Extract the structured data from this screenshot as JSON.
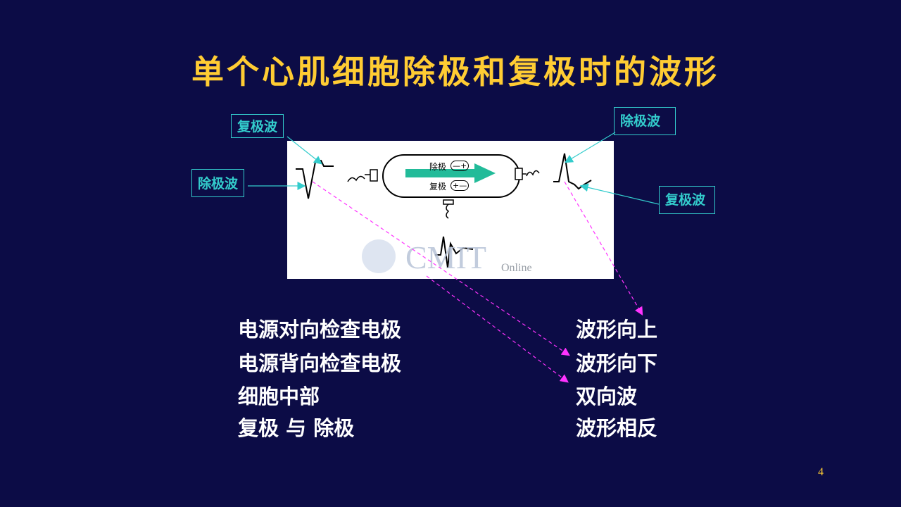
{
  "title": "单个心肌细胞除极和复极时的波形",
  "figure": {
    "cell_top_label": "除极",
    "cell_bottom_label": "复极",
    "watermark_brand": "CMIT",
    "watermark_sub": "Online",
    "minus_symbol": "—+",
    "plus_symbol": "+—"
  },
  "callouts": {
    "left_repol": "复极波",
    "left_depol": "除极波",
    "right_depol": "除极波",
    "right_repol": "复极波"
  },
  "left_column": [
    "电源对向检查电极",
    "电源背向检查电极",
    "细胞中部",
    "复极 与 除极"
  ],
  "right_column": [
    "波形向上",
    "波形向下",
    "双向波",
    "波形相反"
  ],
  "page_number": "4",
  "colors": {
    "background": "#0c0c46",
    "title": "#ffcc33",
    "callout": "#33cccc",
    "dash_arrow": "#ff33ff",
    "arrow": "#22bb99"
  }
}
